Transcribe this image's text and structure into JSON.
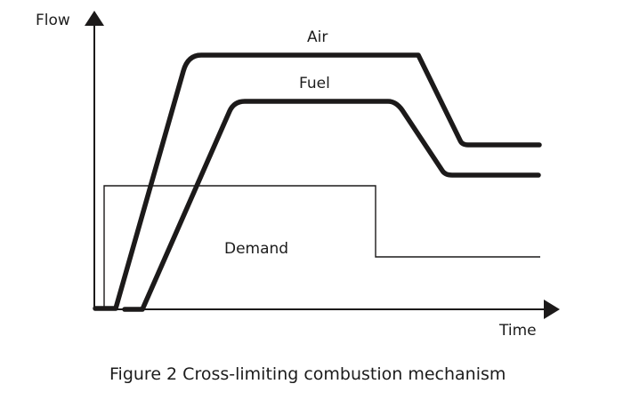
{
  "diagram": {
    "y_axis_label": "Flow",
    "x_axis_label": "Time",
    "caption": "Figure 2 Cross-limiting combustion mechanism",
    "curves": [
      {
        "name": "Air",
        "label": "Air",
        "style": "thick"
      },
      {
        "name": "Fuel",
        "label": "Fuel",
        "style": "thick"
      },
      {
        "name": "Demand",
        "label": "Demand",
        "style": "thin"
      }
    ],
    "colors": {
      "line": "#1c1a1a",
      "text": "#1c1c1c",
      "background": "#ffffff"
    }
  }
}
